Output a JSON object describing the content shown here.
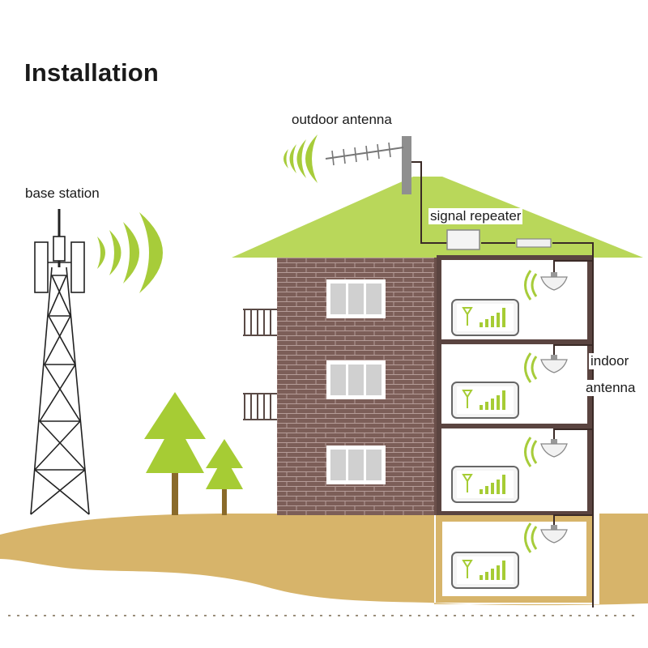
{
  "title": "Installation",
  "labels": {
    "outdoor_antenna": "outdoor antenna",
    "base_station": "base station",
    "signal_repeater": "signal repeater",
    "indoor_antenna_line1": "indoor",
    "indoor_antenna_line2": "antenna"
  },
  "colors": {
    "roof": "#b9d75a",
    "wave": "#a7cc3a",
    "tree": "#a6cc34",
    "brick": "#7c5e58",
    "brick_line": "#b59c98",
    "ground": "#d7b46a",
    "tower": "#222222",
    "cable": "#3a2a26"
  }
}
